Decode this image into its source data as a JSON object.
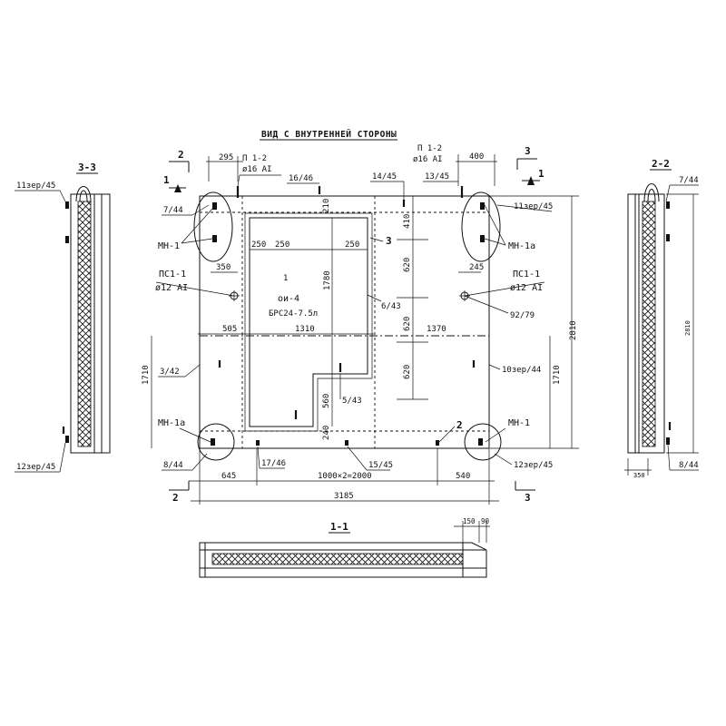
{
  "title": "ВИД С ВНУТРЕННЕЙ СТОРОНЫ",
  "sections": {
    "s33": "3-3",
    "s22": "2-2",
    "s11": "1-1",
    "cut2": "2",
    "cut3": "3",
    "cut1": "1"
  },
  "labels": {
    "p12_left": "П 1-2",
    "p12_left_dia": "ø16 AI",
    "p12_right": "П 1-2",
    "p12_right_dia": "ø16 AI",
    "ps11_left": "ПС1-1",
    "ps11_left_dia": "ø12 AI",
    "ps11_right": "ПС1-1",
    "ps11_right_dia": "ø12 AI",
    "mn1_top_left": "МН-1",
    "mn1a_top_right": "МН-1а",
    "mn1a_bot_left": "МН-1а",
    "mn1_bot_right": "МН-1",
    "window_num": "1",
    "window_code": "ои-4",
    "window_block": "БРС24-7.5л",
    "mark_3": "3",
    "mark_2": "2",
    "r_7_44": "7/44",
    "r_16_46": "16/46",
    "r_14_45": "14/45",
    "r_13_45": "13/45",
    "r_11zer_45_r": "11зер/45",
    "r_11zer_45_l": "11зер/45",
    "r_6_43": "6/43",
    "r_92_79": "92/79",
    "r_3_42": "3/42",
    "r_10zer_44": "10зер/44",
    "r_5_43": "5/43",
    "r_8_44": "8/44",
    "r_17_46": "17/46",
    "r_15_45": "15/45",
    "r_12zer_45_r": "12зер/45",
    "r_12zer_45_l": "12зер/45",
    "r_7_44_r": "7/44",
    "r_8_44_r": "8/44"
  },
  "dims": {
    "d295": "295",
    "d400": "400",
    "d250a": "250",
    "d250b": "250",
    "d250c": "250",
    "d350": "350",
    "d245": "245",
    "d505": "505",
    "d1310": "1310",
    "d1370": "1370",
    "d1780": "1780",
    "d210": "210",
    "d410": "410",
    "d620a": "620",
    "d620b": "620",
    "d620c": "620",
    "d560": "560",
    "d240": "240",
    "d1710_l": "1710",
    "d1710_r": "1710",
    "d2810": "2810",
    "d2810_s": "2810",
    "d645": "645",
    "d2000": "1000×2=2000",
    "d540": "540",
    "d3185": "3185",
    "d350_s": "350",
    "d150": "150",
    "d90": "90"
  }
}
